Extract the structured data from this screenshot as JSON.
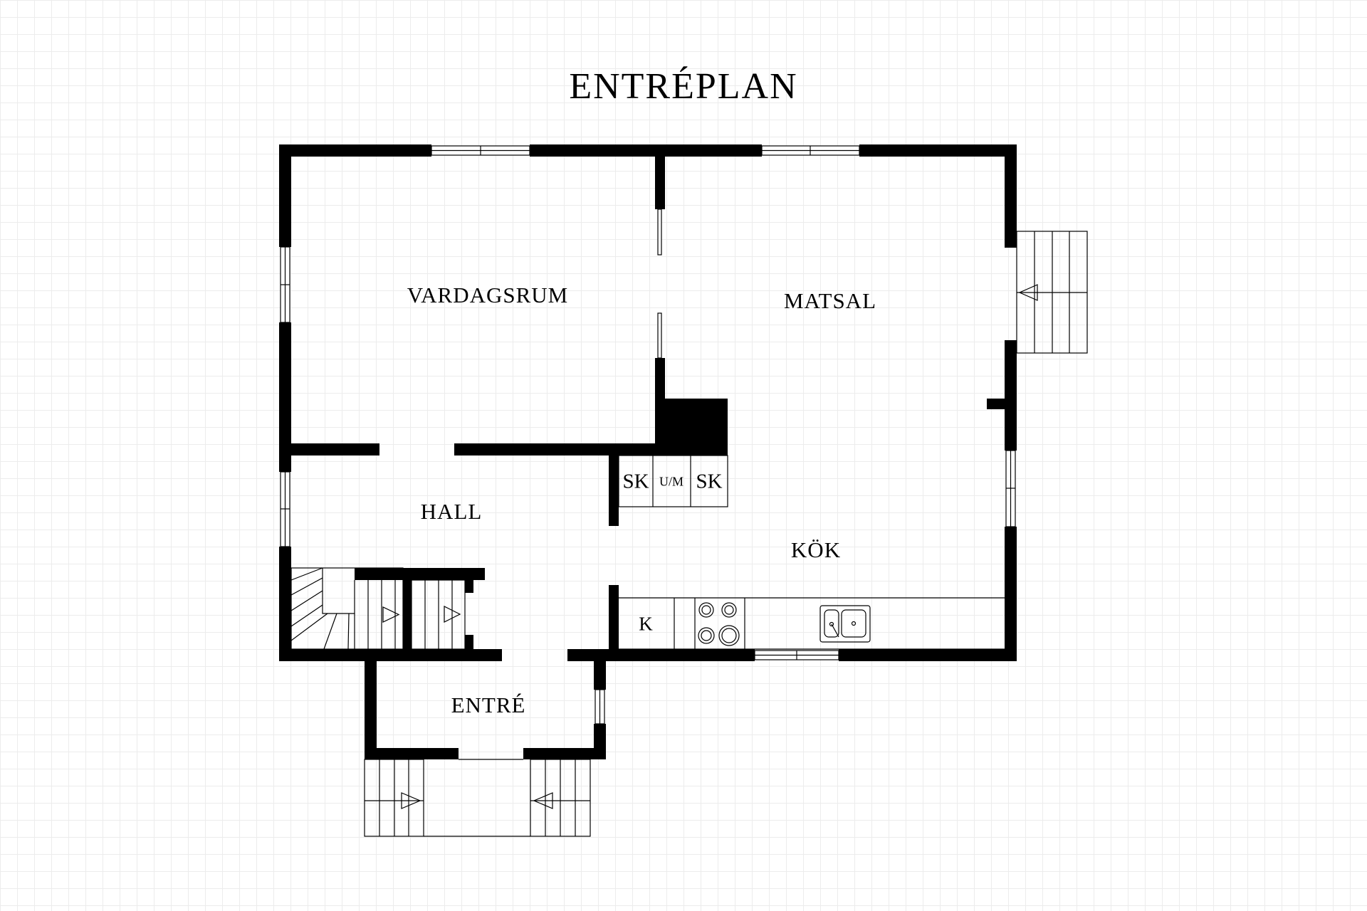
{
  "plan": {
    "title": "ENTRÉPLAN",
    "rooms": {
      "vardagsrum": "VARDAGSRUM",
      "matsal": "MATSAL",
      "hall": "HALL",
      "kok": "KÖK",
      "entre": "ENTRÉ"
    },
    "fixtures": {
      "closet_left": "SK",
      "utility": "U/M",
      "closet_right": "SK",
      "fridge": "K"
    }
  }
}
